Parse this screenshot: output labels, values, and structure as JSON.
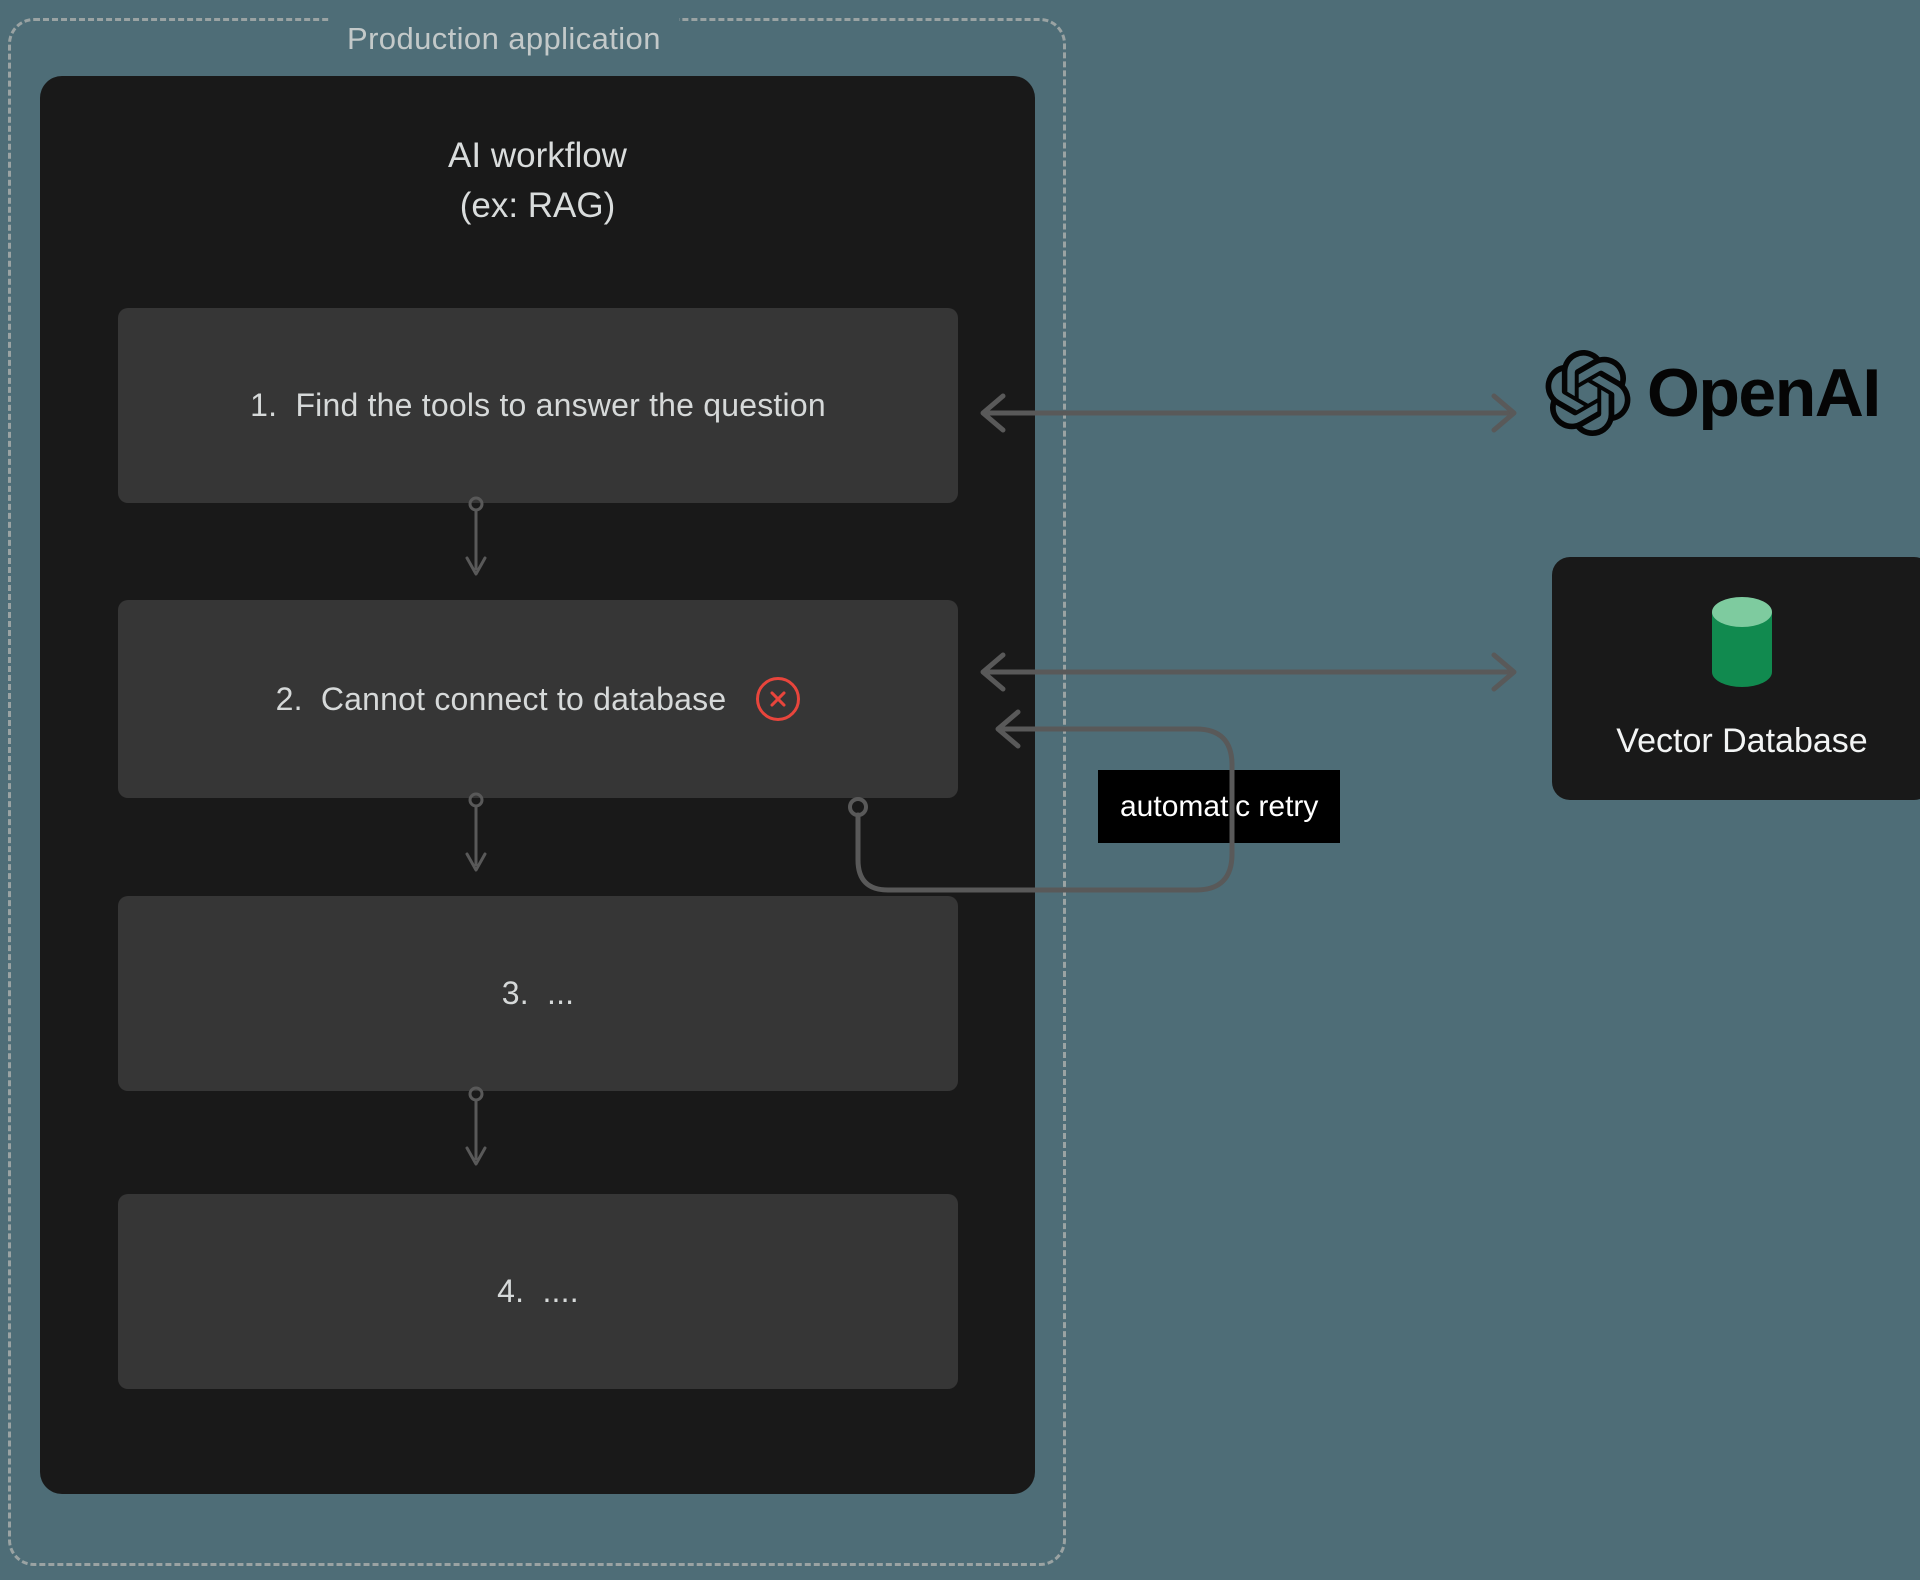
{
  "boundary": {
    "label": "Production application"
  },
  "workflow": {
    "title": "AI workflow\n(ex: RAG)",
    "steps": [
      {
        "id": "step-1",
        "label": "1.  Find the tools to answer the question",
        "status": "ok"
      },
      {
        "id": "step-2",
        "label": "2.  Cannot connect to database",
        "status": "error"
      },
      {
        "id": "step-3",
        "label": "3.  ...",
        "status": "ok"
      },
      {
        "id": "step-4",
        "label": "4.  ....",
        "status": "ok"
      }
    ]
  },
  "services": {
    "openai": {
      "name": "OpenAI",
      "icon": "openai-knot-icon"
    },
    "vector_database": {
      "name": "Vector Database",
      "icon": "database-cylinder-icon"
    }
  },
  "annotations": {
    "retry": "automatic retry"
  },
  "colors": {
    "background": "#4e6d77",
    "card": "#191919",
    "step": "#363636",
    "text": "#d6d9d9",
    "boundary_dash": "#9aa3a3",
    "arrow": "#595959",
    "error": "#e8453c",
    "db_top": "#7ecb9f",
    "db_body": "#118a4f",
    "logo": "#050505",
    "chip_bg": "#000000",
    "chip_text": "#ffffff"
  }
}
